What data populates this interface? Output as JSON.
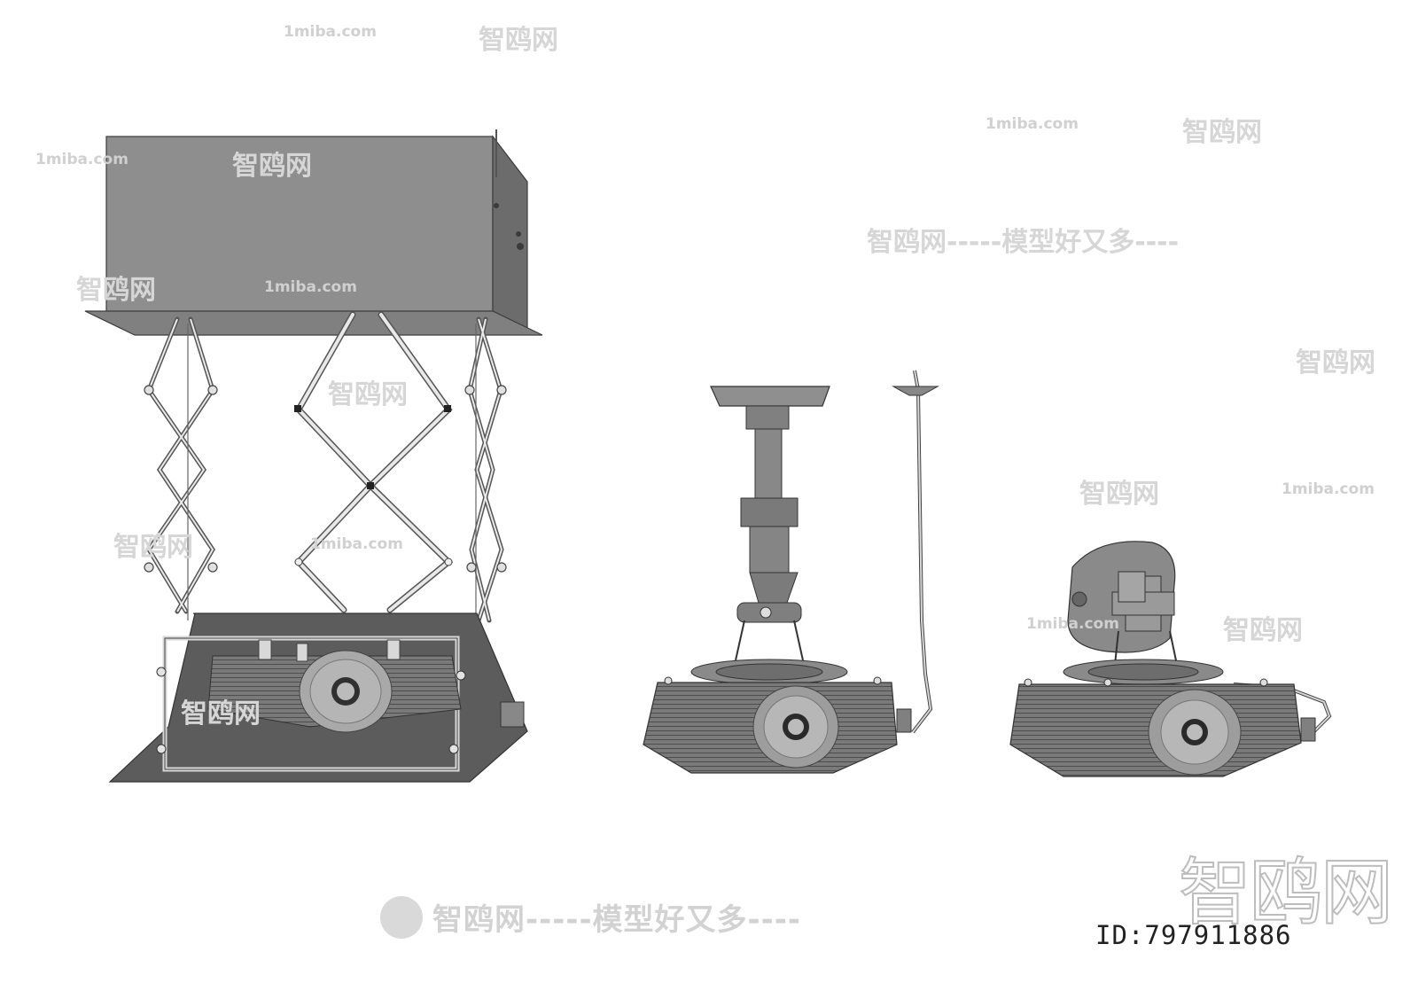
{
  "watermarks": {
    "domain": "1miba.com",
    "brand": "智鸥网",
    "slogan": "智鸥网-----模型好又多----",
    "dash_short": "------"
  },
  "stamp": {
    "chars": [
      "智",
      "鸥",
      "网"
    ],
    "id": "ID:797911886"
  },
  "colors": {
    "background": "#ffffff",
    "model_gray": "#8c8c8c",
    "model_dark": "#5f5f5f",
    "line": "#3c3c3c",
    "watermark": "#d0d0d0"
  },
  "models": [
    {
      "name": "scissor-lift-projector-mount"
    },
    {
      "name": "ceiling-pole-projector-mount"
    },
    {
      "name": "tilt-plate-projector-mount"
    }
  ]
}
